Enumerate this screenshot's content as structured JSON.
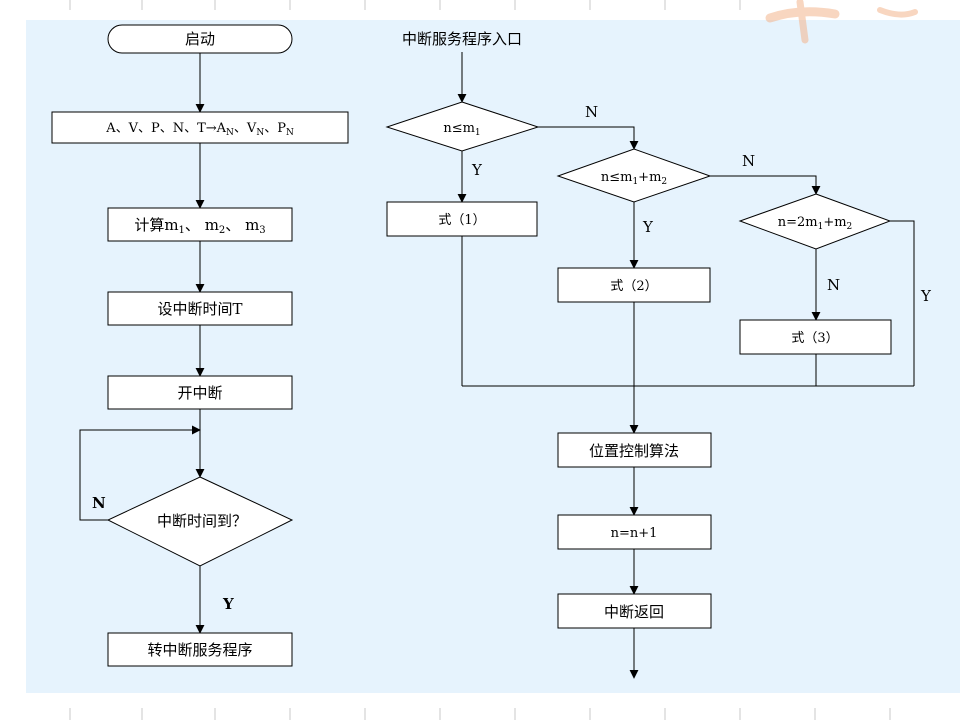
{
  "left_flow": {
    "start": "启动",
    "init_vars": [
      "A、V、P、N、T→A",
      "N",
      "、V",
      "N",
      "、P",
      "N"
    ],
    "compute": [
      "计算m",
      "1",
      "、 m",
      "2",
      "、 m",
      "3"
    ],
    "set_interrupt_time": "设中断时间T",
    "enable_interrupt": "开中断",
    "decision": "中断时间到？",
    "decision_no": "N",
    "decision_yes": "Y",
    "goto_isr": "转中断服务程序"
  },
  "right_flow": {
    "entry": "中断服务程序入口",
    "cond1": [
      "n≤m",
      "1"
    ],
    "cond1_no": "N",
    "cond1_yes": "Y",
    "cond2": [
      "n≤m",
      "1",
      "+m",
      "2"
    ],
    "cond2_no": "N",
    "cond2_yes": "Y",
    "cond3": [
      "n=2m",
      "1",
      "+m",
      "2"
    ],
    "cond3_no": "N",
    "cond3_yes": "Y",
    "formula1": "式（1）",
    "formula2": "式（2）",
    "formula3": "式（3）",
    "position_control": "位置控制算法",
    "increment": "n=n+1",
    "return": "中断返回"
  },
  "colors": {
    "panel_background": "#e6f3fd",
    "line": "#000000",
    "box_fill": "#ffffff",
    "watermark": "#f9dcc7"
  }
}
